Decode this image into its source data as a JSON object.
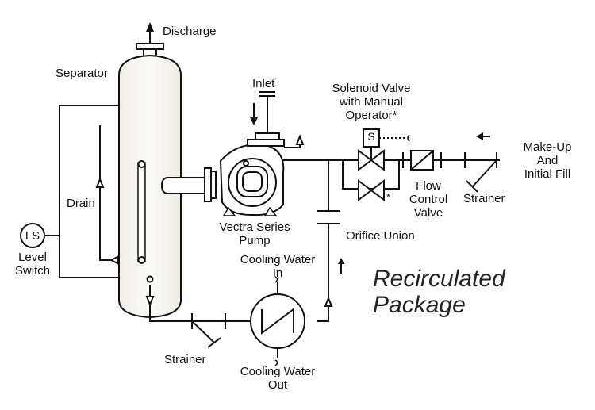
{
  "labels": {
    "discharge": "Discharge",
    "separator": "Separator",
    "inlet": "Inlet",
    "solenoid_valve": [
      "Solenoid Valve",
      "with Manual",
      "Operator*"
    ],
    "solenoid_symbol": "S",
    "make_up": [
      "Make-Up",
      "And",
      "Initial Fill"
    ],
    "drain": "Drain",
    "flow_control_valve": [
      "Flow",
      "Control",
      "Valve"
    ],
    "strainer_right": "Strainer",
    "level_switch_symbol": "LS",
    "level_switch": [
      "Level",
      "Switch"
    ],
    "pump": [
      "Vectra Series",
      "Pump"
    ],
    "orifice_union": "Orifice Union",
    "cooling_water_in": [
      "Cooling Water",
      "In"
    ],
    "strainer_bottom": "Strainer",
    "cooling_water_out": [
      "Cooling Water",
      "Out"
    ],
    "valve_star": "*"
  },
  "title": [
    "Recirculated",
    "Package"
  ]
}
